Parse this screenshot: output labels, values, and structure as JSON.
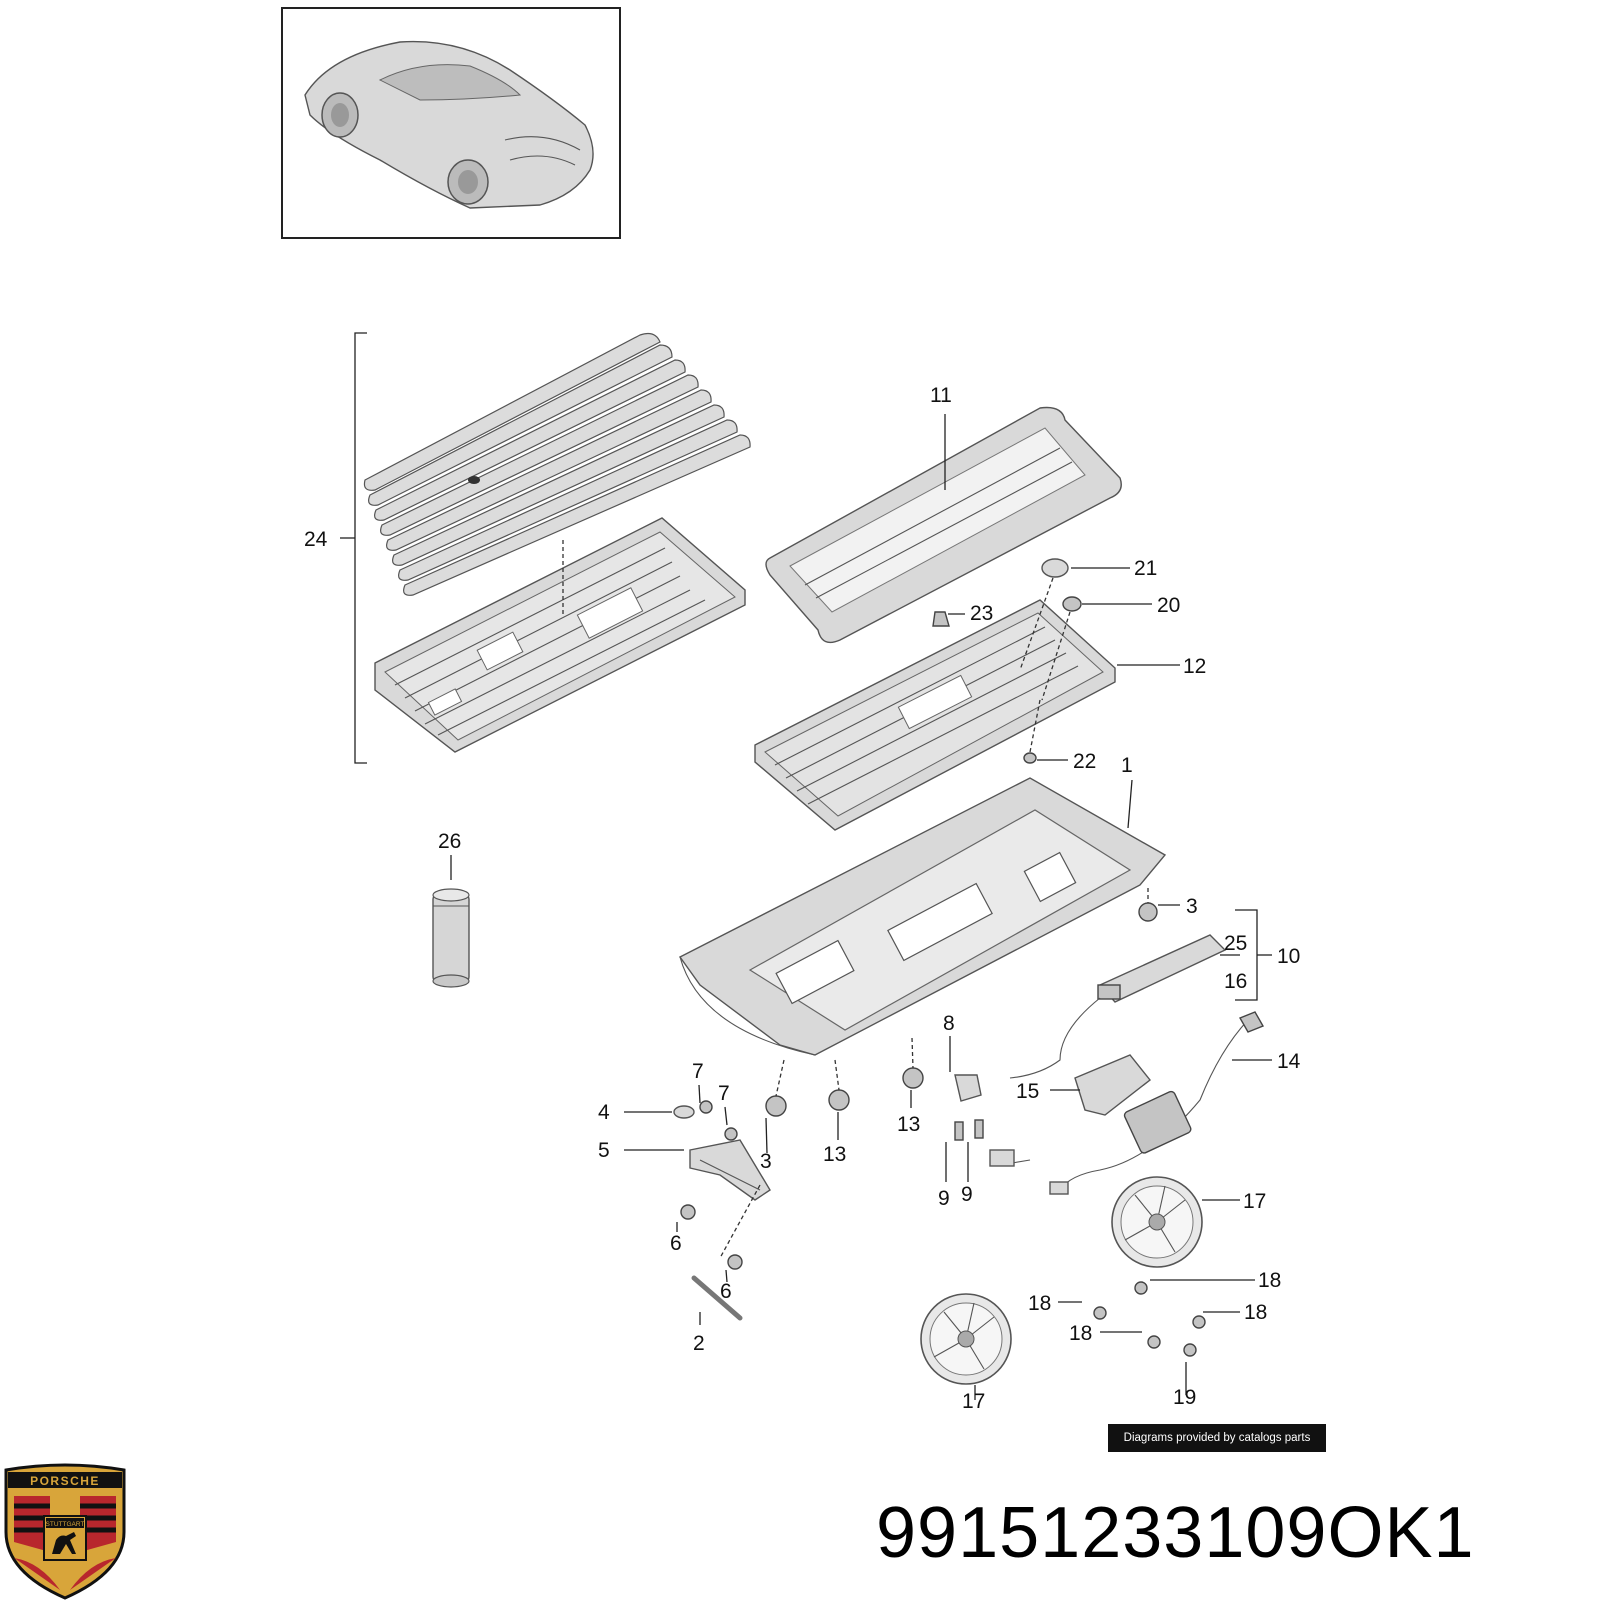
{
  "diagram": {
    "callouts": [
      {
        "id": "c1",
        "text": "1"
      },
      {
        "id": "c2",
        "text": "2"
      },
      {
        "id": "c3a",
        "text": "3"
      },
      {
        "id": "c3b",
        "text": "3"
      },
      {
        "id": "c4",
        "text": "4"
      },
      {
        "id": "c5",
        "text": "5"
      },
      {
        "id": "c6a",
        "text": "6"
      },
      {
        "id": "c6b",
        "text": "6"
      },
      {
        "id": "c7a",
        "text": "7"
      },
      {
        "id": "c7b",
        "text": "7"
      },
      {
        "id": "c8",
        "text": "8"
      },
      {
        "id": "c9a",
        "text": "9"
      },
      {
        "id": "c9b",
        "text": "9"
      },
      {
        "id": "c10",
        "text": "10"
      },
      {
        "id": "c11",
        "text": "11"
      },
      {
        "id": "c12",
        "text": "12"
      },
      {
        "id": "c13a",
        "text": "13"
      },
      {
        "id": "c13b",
        "text": "13"
      },
      {
        "id": "c14",
        "text": "14"
      },
      {
        "id": "c15",
        "text": "15"
      },
      {
        "id": "c16",
        "text": "16"
      },
      {
        "id": "c17a",
        "text": "17"
      },
      {
        "id": "c17b",
        "text": "17"
      },
      {
        "id": "c18a",
        "text": "18"
      },
      {
        "id": "c18b",
        "text": "18"
      },
      {
        "id": "c18c",
        "text": "18"
      },
      {
        "id": "c18d",
        "text": "18"
      },
      {
        "id": "c19",
        "text": "19"
      },
      {
        "id": "c20",
        "text": "20"
      },
      {
        "id": "c21",
        "text": "21"
      },
      {
        "id": "c22",
        "text": "22"
      },
      {
        "id": "c23",
        "text": "23"
      },
      {
        "id": "c24",
        "text": "24"
      },
      {
        "id": "c25",
        "text": "25"
      },
      {
        "id": "c26",
        "text": "26"
      }
    ]
  },
  "credit": "Diagrams provided by catalogs parts",
  "part_number": "99151233109OK1",
  "logo": {
    "brand": "PORSCHE",
    "city": "STUTTGART",
    "colors": {
      "gold": "#d8a53a",
      "red": "#b8272d",
      "black": "#111111"
    }
  }
}
